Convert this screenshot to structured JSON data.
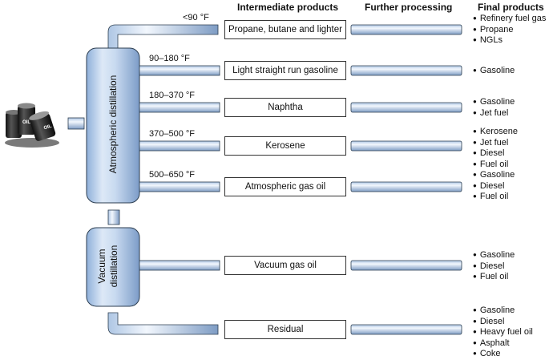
{
  "headers": {
    "intermediate": "Intermediate products",
    "further": "Further processing",
    "final": "Final products"
  },
  "columns": {
    "atmospheric": "Atmospheric distillation",
    "vacuum_line1": "Vacuum",
    "vacuum_line2": "distillation"
  },
  "crude_oil_icon": "oil-barrels-icon",
  "barrel_label": "OIL",
  "temps": [
    "<90 °F",
    "90–180 °F",
    "180–370 °F",
    "370–500 °F",
    "500–650 °F"
  ],
  "intermediate": [
    "Propane, butane and lighter",
    "Light straight run gasoline",
    "Naphtha",
    "Kerosene",
    "Atmospheric gas oil",
    "Vacuum gas oil",
    "Residual"
  ],
  "final": [
    [
      "Refinery fuel gas",
      "Propane",
      "NGLs"
    ],
    [
      "Gasoline"
    ],
    [
      "Gasoline",
      "Jet fuel"
    ],
    [
      "Kerosene",
      "Jet fuel",
      "Diesel",
      "Fuel oil"
    ],
    [
      "Gasoline",
      "Diesel",
      "Fuel oil"
    ],
    [
      "Gasoline",
      "Diesel",
      "Fuel oil"
    ],
    [
      "Gasoline",
      "Diesel",
      "Heavy fuel oil",
      "Asphalt",
      "Coke"
    ]
  ],
  "colors": {
    "pipe_light": "#e8f1fb",
    "pipe_dark": "#7f9fc8",
    "outline": "#2c3e50"
  }
}
